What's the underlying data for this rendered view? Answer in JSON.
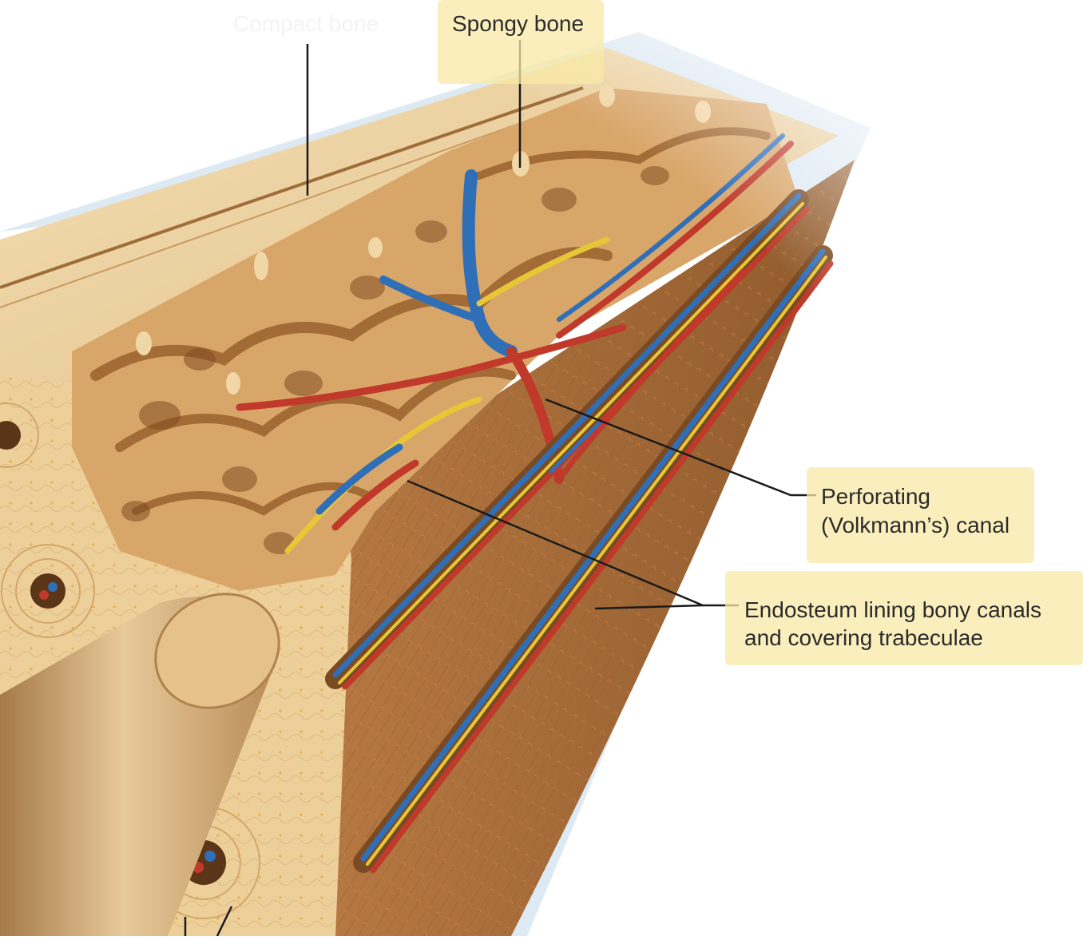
{
  "figure": {
    "colors": {
      "highlight": "#f8eaa6",
      "bone_light": "#f1d9a8",
      "bone_mid": "#dcae72",
      "bone_dark": "#a9743f",
      "canal_wall": "#b97a45",
      "artery": "#c0392b",
      "vein": "#2f6fb8",
      "nerve": "#e8c736",
      "periosteum": "#cfe0ee"
    },
    "labels": {
      "compact_bone": "Compact bone",
      "spongy_bone": "Spongy bone",
      "perforating_line1": "Perforating",
      "perforating_line2": "(Volkmann’s) canal",
      "endosteum_line1": "Endosteum lining bony canals",
      "endosteum_line2": "and covering trabeculae"
    }
  }
}
